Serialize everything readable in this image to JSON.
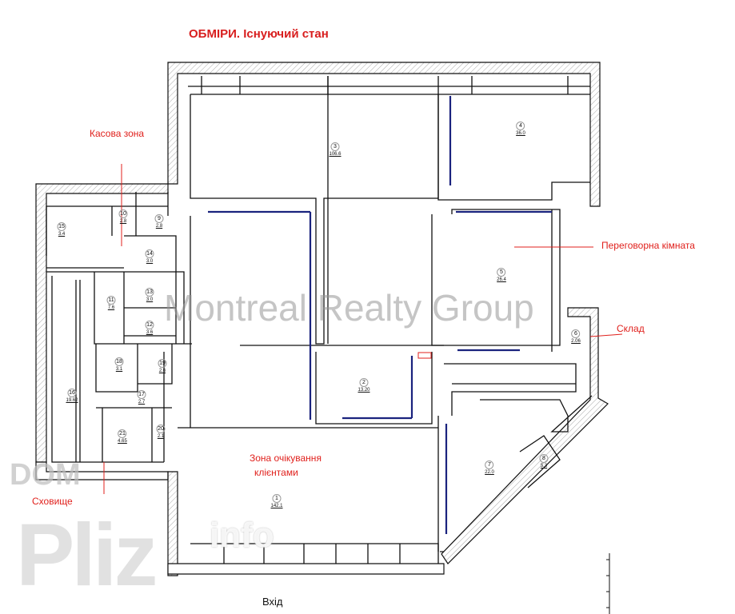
{
  "title": "ОБМІРИ. Існуючий стан",
  "annotations": {
    "cash_zone": "Касова зона",
    "meeting_room": "Переговорна кімната",
    "storage": "Склад",
    "waiting_zone_line1": "Зона очікування",
    "waiting_zone_line2": "клієнтами",
    "vault": "Сховище",
    "entrance": "Вхід"
  },
  "watermarks": {
    "agency": "Montreal Realty Group",
    "site_top": "DOM",
    "site_main": "Pliz",
    "site_suffix": "info"
  },
  "colors": {
    "annotation": "#e0201c",
    "partition": "#1a237e",
    "wall": "#111111"
  },
  "rooms": [
    {
      "num": "1",
      "area": "142.1"
    },
    {
      "num": "2",
      "area": "13.20"
    },
    {
      "num": "3",
      "area": "106.6"
    },
    {
      "num": "4",
      "area": "36.0"
    },
    {
      "num": "5",
      "area": "26.4"
    },
    {
      "num": "6",
      "area": "2.06"
    },
    {
      "num": "7",
      "area": "22.0"
    },
    {
      "num": "8",
      "area": "5.3"
    },
    {
      "num": "9",
      "area": "2.8"
    },
    {
      "num": "10",
      "area": "2.8"
    },
    {
      "num": "11",
      "area": "7.6"
    },
    {
      "num": "12",
      "area": "3.6"
    },
    {
      "num": "13",
      "area": "3.0"
    },
    {
      "num": "14",
      "area": "3.0"
    },
    {
      "num": "15",
      "area": "3.4"
    },
    {
      "num": "16",
      "area": "19.62"
    },
    {
      "num": "17",
      "area": "2.7"
    },
    {
      "num": "18",
      "area": "3.1"
    },
    {
      "num": "19",
      "area": "2.6"
    },
    {
      "num": "20",
      "area": "2.1"
    },
    {
      "num": "21",
      "area": "4.65"
    }
  ]
}
